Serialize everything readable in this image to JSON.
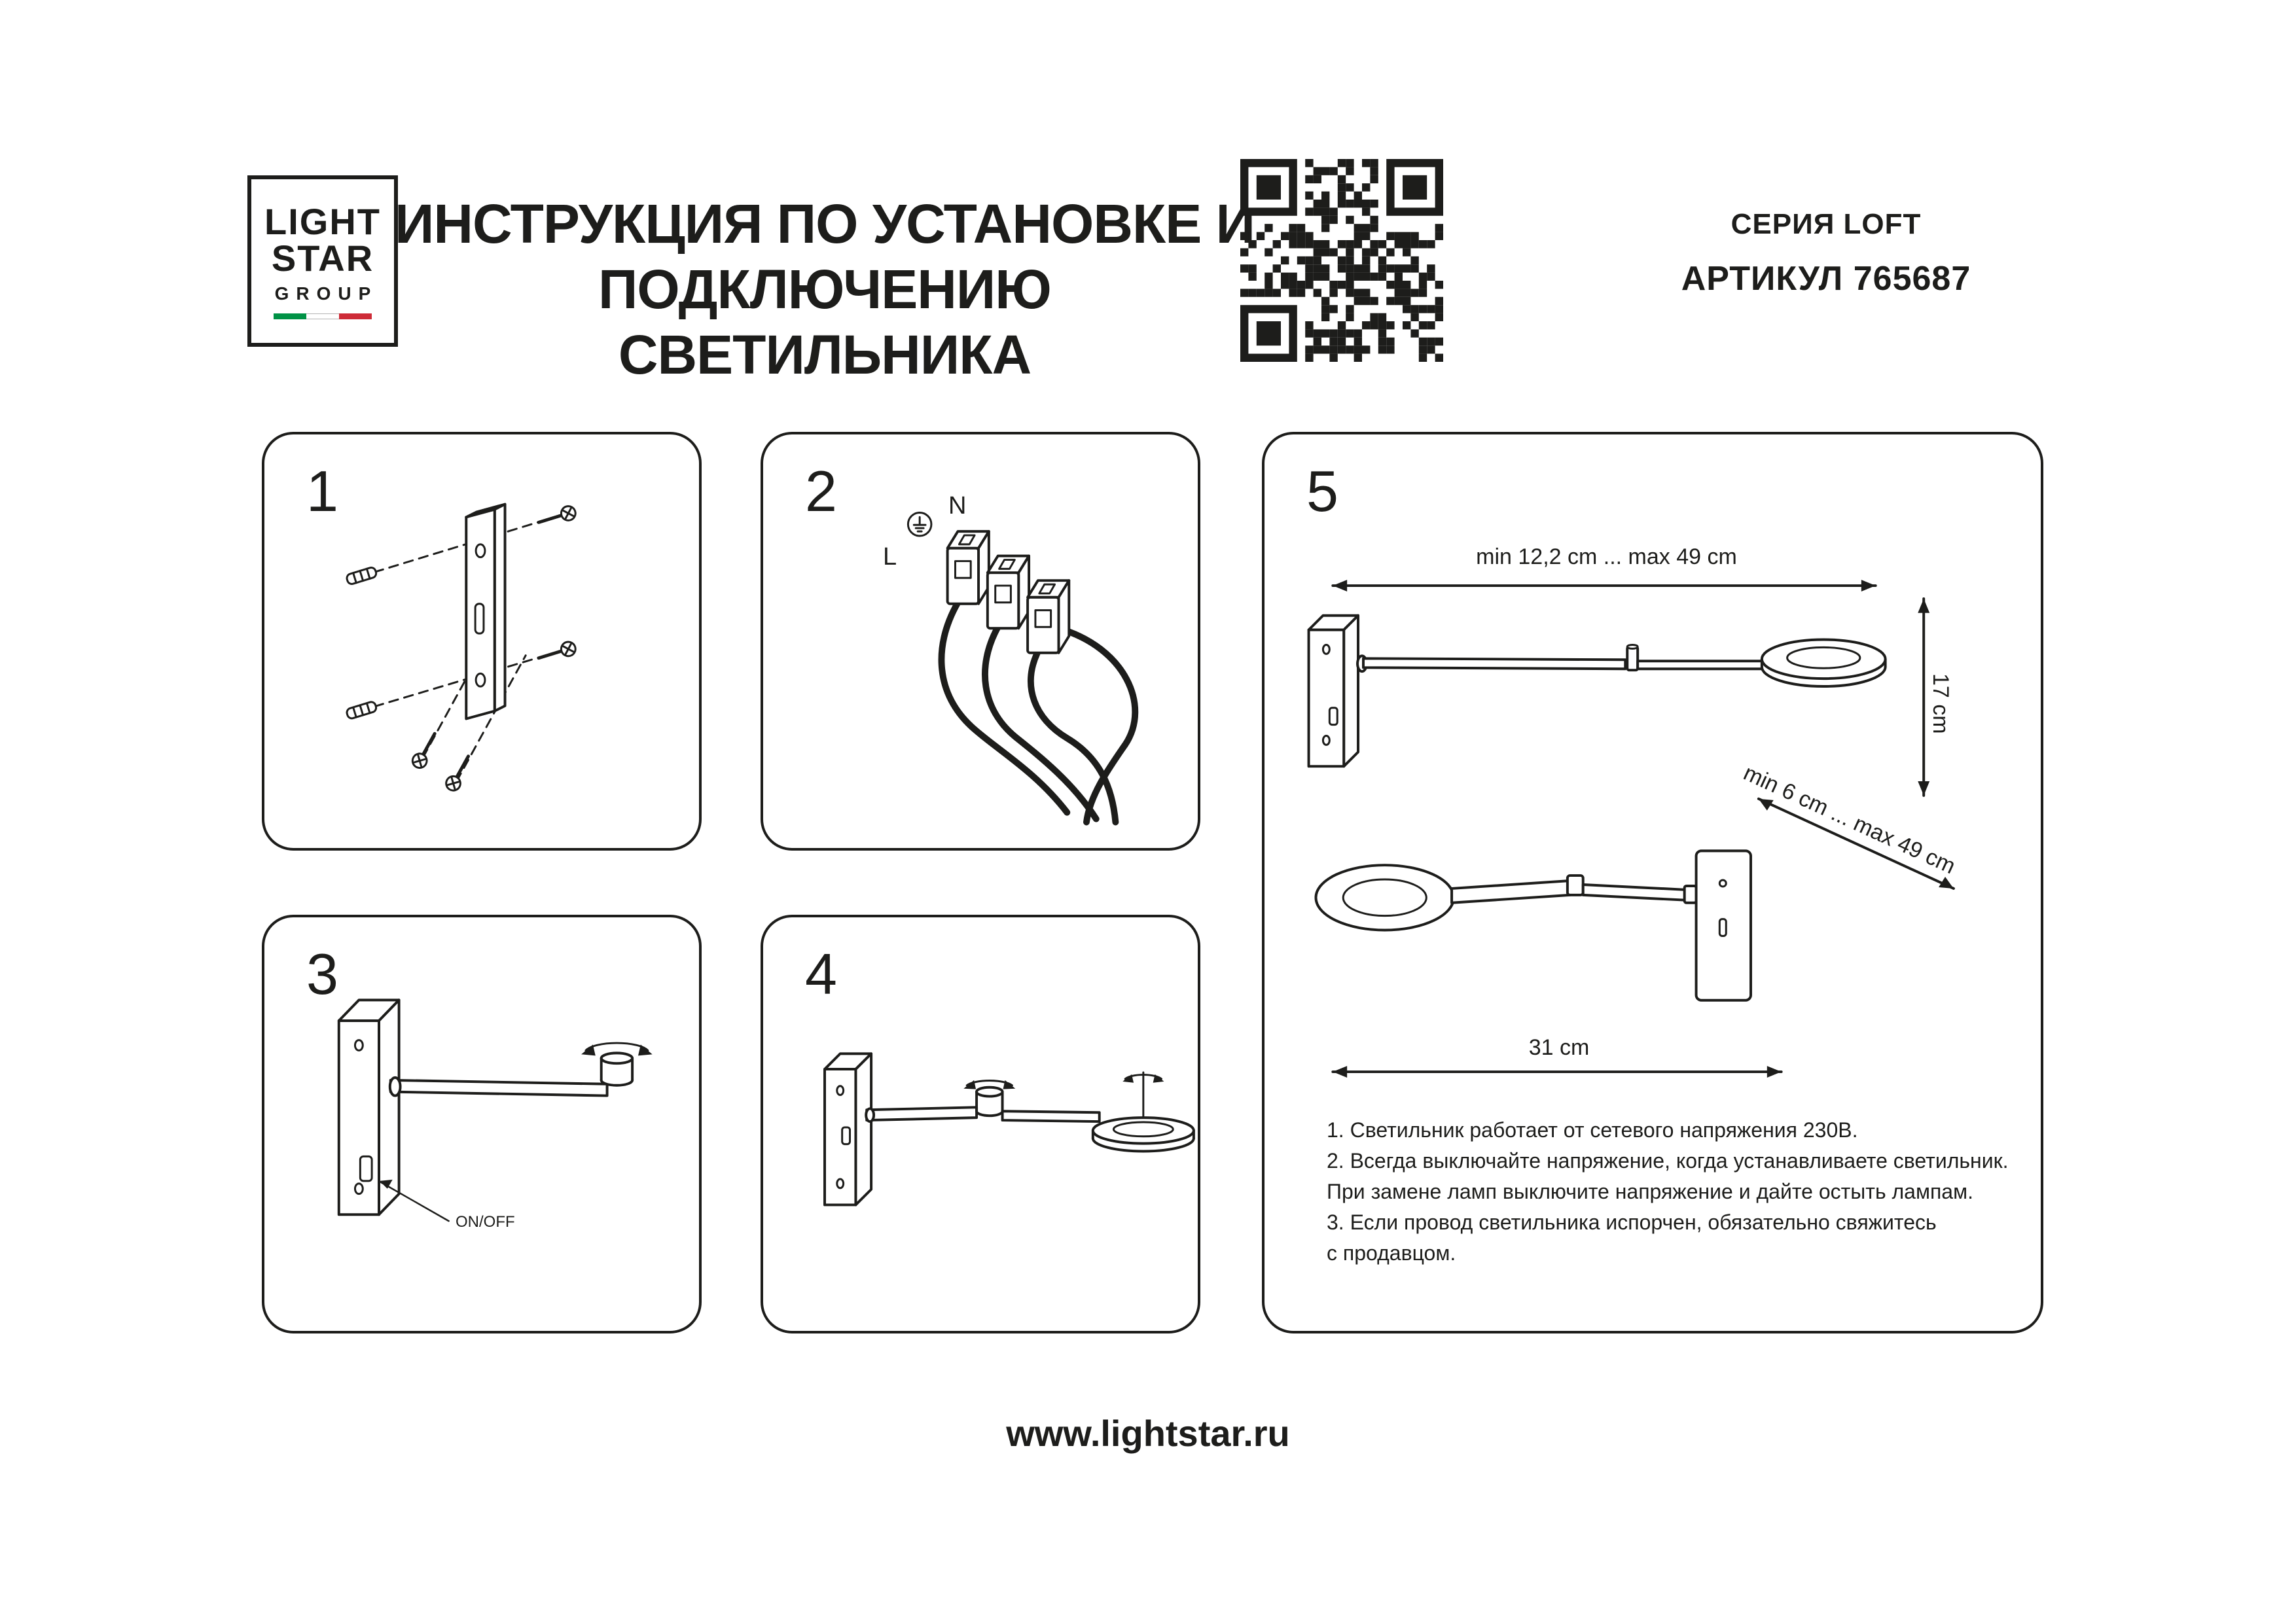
{
  "header": {
    "title_line1": "ИНСТРУКЦИЯ ПО УСТАНОВКЕ И",
    "title_line2": "ПОДКЛЮЧЕНИЮ СВЕТИЛЬНИКА",
    "series": "СЕРИЯ LOFT",
    "article": "АРТИКУЛ 765687"
  },
  "logo": {
    "line1": "LIGHT",
    "line2": "STAR",
    "line3": "GROUP"
  },
  "steps": {
    "s1": {
      "number": "1"
    },
    "s2": {
      "number": "2",
      "label_n": "N",
      "label_l": "L"
    },
    "s3": {
      "number": "3",
      "switch_label": "ON/OFF"
    },
    "s4": {
      "number": "4"
    },
    "s5": {
      "number": "5",
      "dim_width_range": "min 12,2 cm ... max 49 cm",
      "dim_height": "17 cm",
      "dim_depth_range": "min 6 cm ... max 49 cm",
      "dim_plate_width": "31 cm",
      "notes": [
        "1. Светильник работает от сетевого напряжения 230В.",
        "2. Всегда выключайте напряжение, когда устанавливаете светильник.",
        "При замене ламп выключите напряжение и дайте остыть лампам.",
        "3. Если провод светильника испорчен, обязательно свяжитесь",
        "с продавцом."
      ]
    }
  },
  "footer": {
    "website": "www.lightstar.ru"
  },
  "colors": {
    "ink": "#1d1d1b",
    "flag_green": "#009246",
    "flag_red": "#ce2b37"
  }
}
